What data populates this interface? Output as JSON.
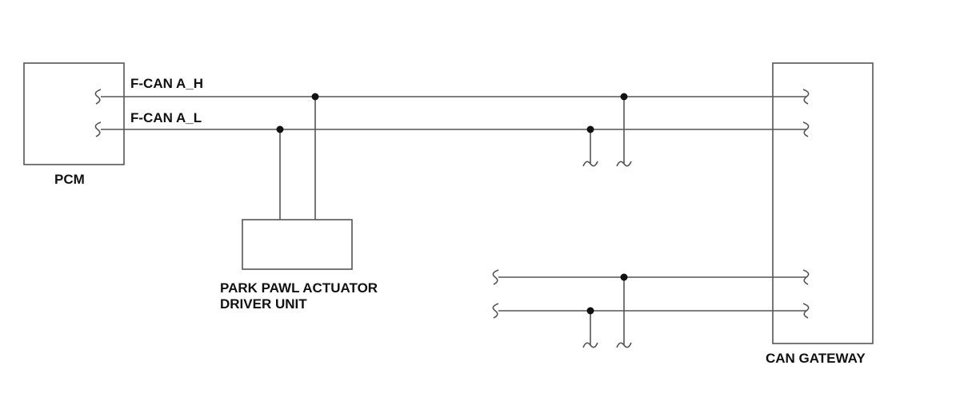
{
  "labels": {
    "pcm": "PCM",
    "can_a_h": "F-CAN A_H",
    "can_a_l": "F-CAN A_L",
    "actuator_line1": "PARK PAWL ACTUATOR",
    "actuator_line2": "DRIVER UNIT",
    "gateway": "CAN GATEWAY"
  },
  "colors": {
    "wire": "#555555",
    "text": "#111111",
    "junction": "#111111",
    "background": "#ffffff"
  }
}
